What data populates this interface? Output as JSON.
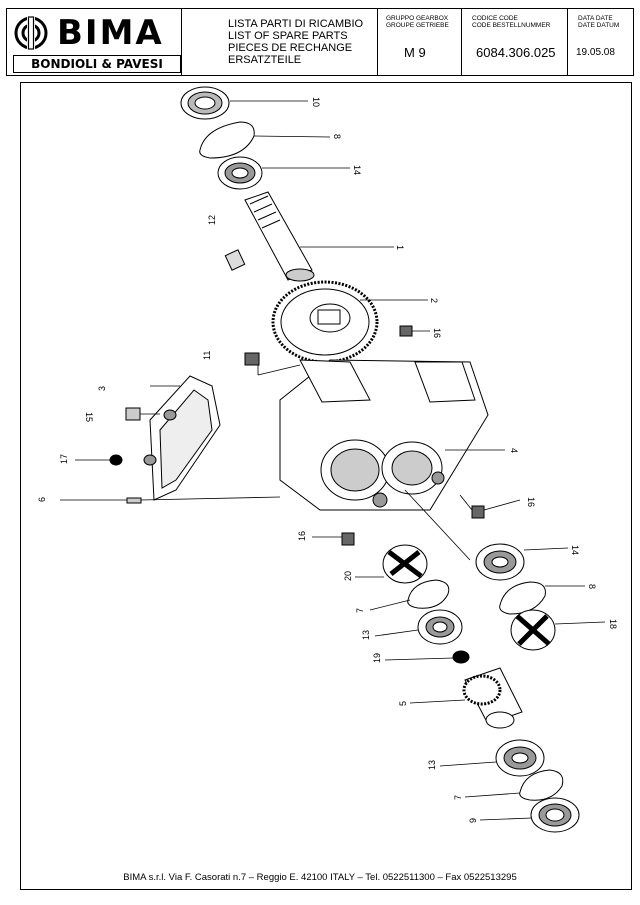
{
  "header": {
    "logo_text": "BIMA",
    "logo_subtitle": "BONDIOLI & PAVESI",
    "titles": [
      "LISTA PARTI DI RICAMBIO",
      "LIST OF SPARE PARTS",
      "PIECES DE RECHANGE",
      "ERSATZTEILE"
    ],
    "group_label_1": "GRUPPO  GEARBOX",
    "group_label_2": "GROUPE  GETRIEBE",
    "group_value": "M 9",
    "code_label_1": "CODICE  CODE",
    "code_label_2": "CODE  BESTELLNUMMER",
    "code_value": "6084.306.025",
    "date_label_1": "DATA DATE",
    "date_label_2": "DATE DATUM",
    "date_value": "19.05.08"
  },
  "callouts": [
    "10",
    "8",
    "14",
    "12",
    "1",
    "2",
    "16",
    "11",
    "3",
    "15",
    "17",
    "6",
    "4",
    "16",
    "16",
    "14",
    "20",
    "8",
    "7",
    "18",
    "13",
    "19",
    "5",
    "13",
    "7",
    "9"
  ],
  "footer": {
    "text": "BIMA s.r.l. Via F. Casorati n.7  – Reggio E. 42100 ITALY – Tel. 0522511300 – Fax 0522513295"
  }
}
